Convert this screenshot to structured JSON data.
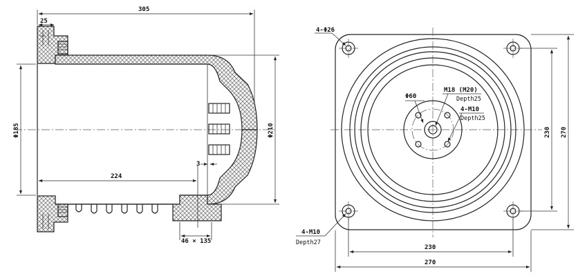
{
  "side_view": {
    "dims": {
      "overall_length": "305",
      "flange_width": "25",
      "inner_diameter": "Φ185",
      "outer_diameter": "Φ210",
      "bore_depth": "224",
      "wall_gap": "3",
      "bottom_size": "46 × 135"
    }
  },
  "front_view": {
    "labels": {
      "mount_holes": "4-Φ26",
      "center_dia": "Φ60",
      "center_thread": "M18 (M20)",
      "center_depth": "Depth25",
      "small_thread": "4-M10",
      "small_depth": "Depth25",
      "bottom_thread": "4-M10",
      "bottom_depth": "Depth27"
    },
    "dims": {
      "hole_spacing_h": "230",
      "overall_h": "270",
      "hole_spacing_v": "230",
      "overall_v": "270"
    }
  }
}
